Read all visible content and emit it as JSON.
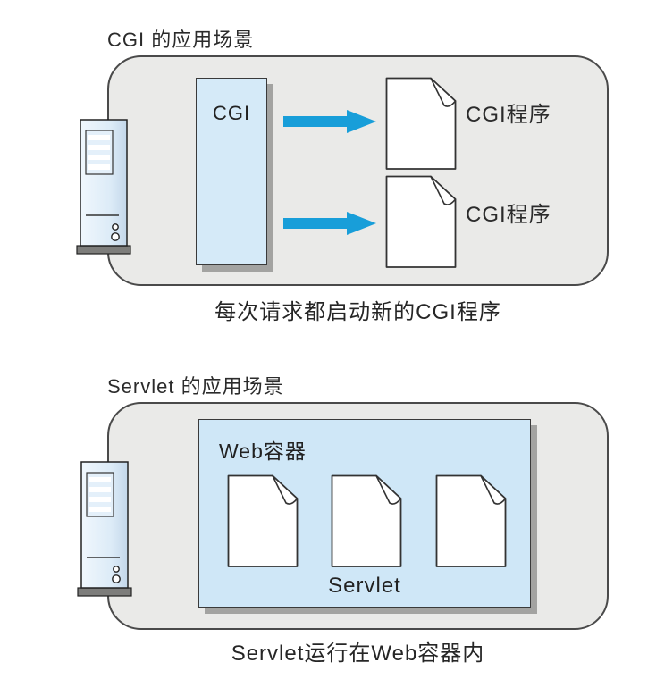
{
  "cgi_section": {
    "title": "CGI 的应用场景",
    "server_box_label": "CGI",
    "documents": [
      {
        "label": "CGI程序"
      },
      {
        "label": "CGI程序"
      }
    ],
    "caption": "每次请求都启动新的CGI程序"
  },
  "servlet_section": {
    "title": "Servlet 的应用场景",
    "container_label": "Web容器",
    "documents_label": "Servlet",
    "caption": "Servlet运行在Web容器内"
  },
  "colors": {
    "panel_background": "#eaeae8",
    "box_blue": "#d5eaf8",
    "web_box_blue": "#cfe7f7",
    "arrow_blue": "#189ed9",
    "outline_dark": "#3a3a3a",
    "shadow_gray": "#a3a3a1"
  },
  "icons": {
    "server_tower": "server-tower-icon",
    "document": "document-icon",
    "arrow_right": "arrow-right-icon"
  }
}
